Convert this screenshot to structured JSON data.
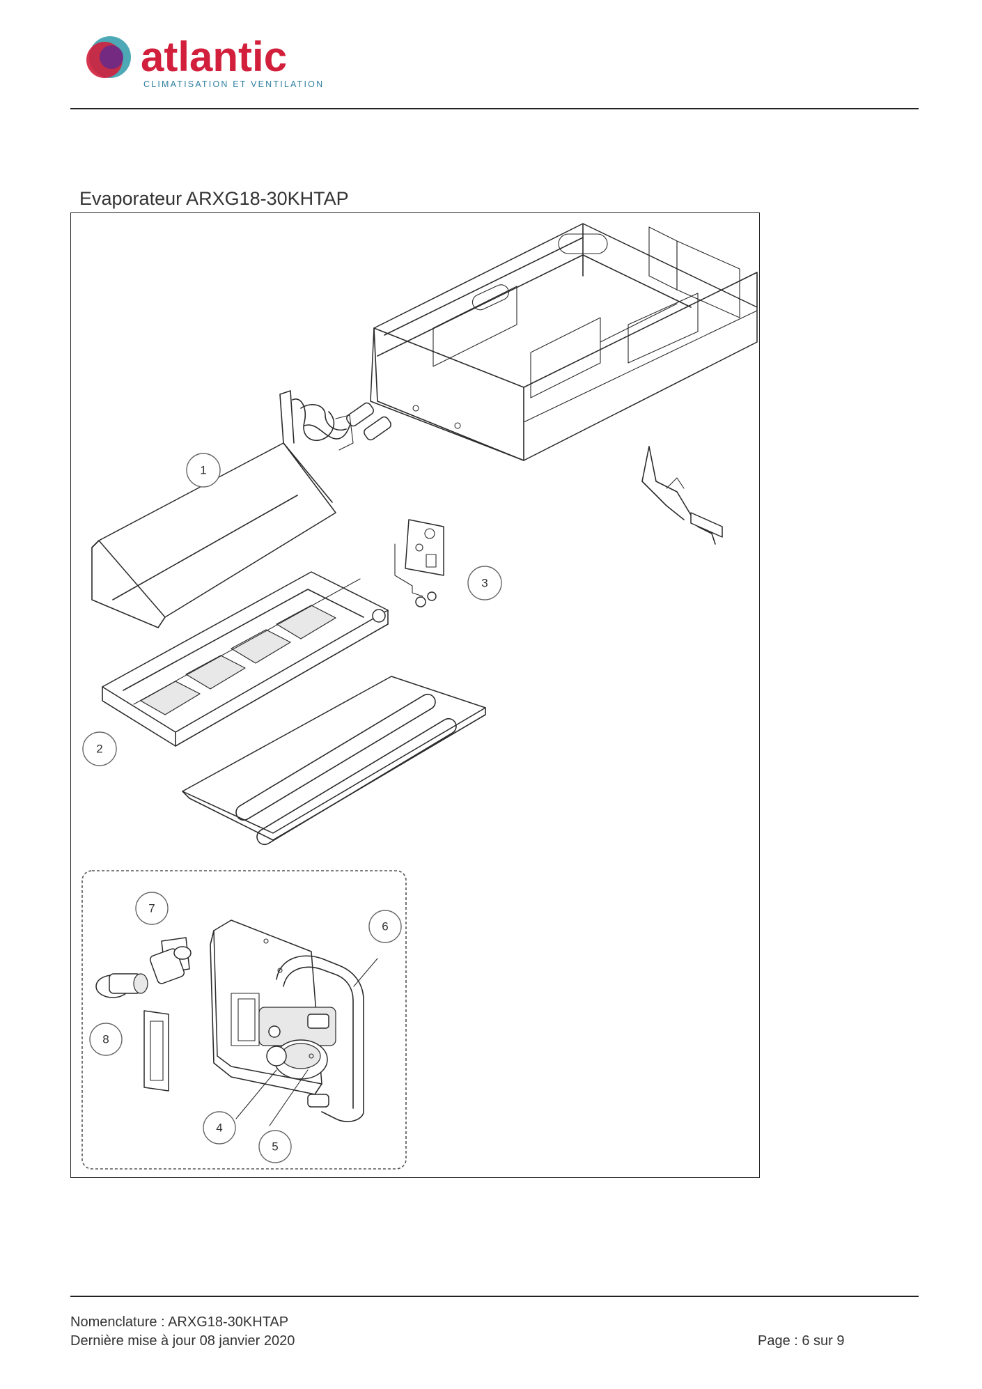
{
  "header": {
    "brand_name": "atlantic",
    "brand_tagline": "CLIMATISATION ET VENTILATION",
    "colors": {
      "brand_red": "#d21f3c",
      "brand_teal": "#2e9aa8",
      "brand_purple": "#6a2a86"
    }
  },
  "title": "Evaporateur ARXG18-30KHTAP",
  "callouts": [
    {
      "number": "1"
    },
    {
      "number": "2"
    },
    {
      "number": "3"
    },
    {
      "number": "4"
    },
    {
      "number": "5"
    },
    {
      "number": "6"
    },
    {
      "number": "7"
    },
    {
      "number": "8"
    }
  ],
  "footer": {
    "nomenclature": "Nomenclature : ARXG18-30KHTAP",
    "updated": "Dernière mise à jour 08 janvier 2020",
    "page": "Page : 6 sur 9"
  }
}
